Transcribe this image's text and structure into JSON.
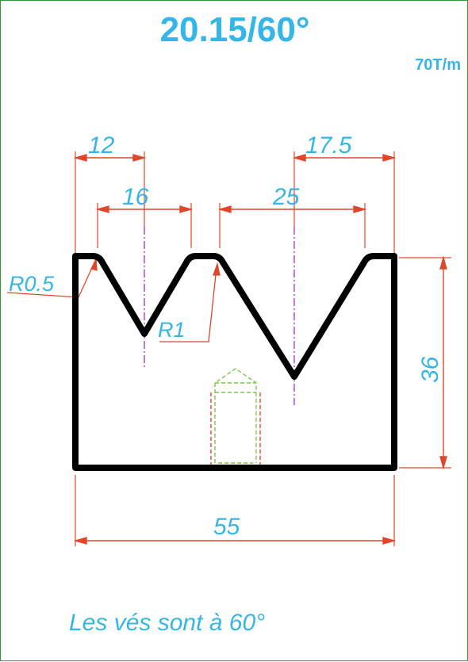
{
  "header": {
    "title": "20.15/60°",
    "tonnage": "70T/m"
  },
  "dimensions": {
    "left_offset": "12",
    "left_vee_width": "16",
    "right_offset": "17.5",
    "right_vee_width": "25",
    "height": "36",
    "total_width": "55",
    "corner_radius": "R0.5",
    "vee_radius": "R1"
  },
  "footer": {
    "note": "Les vés sont à 60°"
  },
  "colors": {
    "outline": "#000000",
    "dimension_line": "#e0472a",
    "dimension_text": "#35b6e6",
    "centerline": "#b04fc9",
    "border": "#2e9a2e",
    "hole_green": "#7ac943",
    "hole_red": "#e0472a"
  }
}
